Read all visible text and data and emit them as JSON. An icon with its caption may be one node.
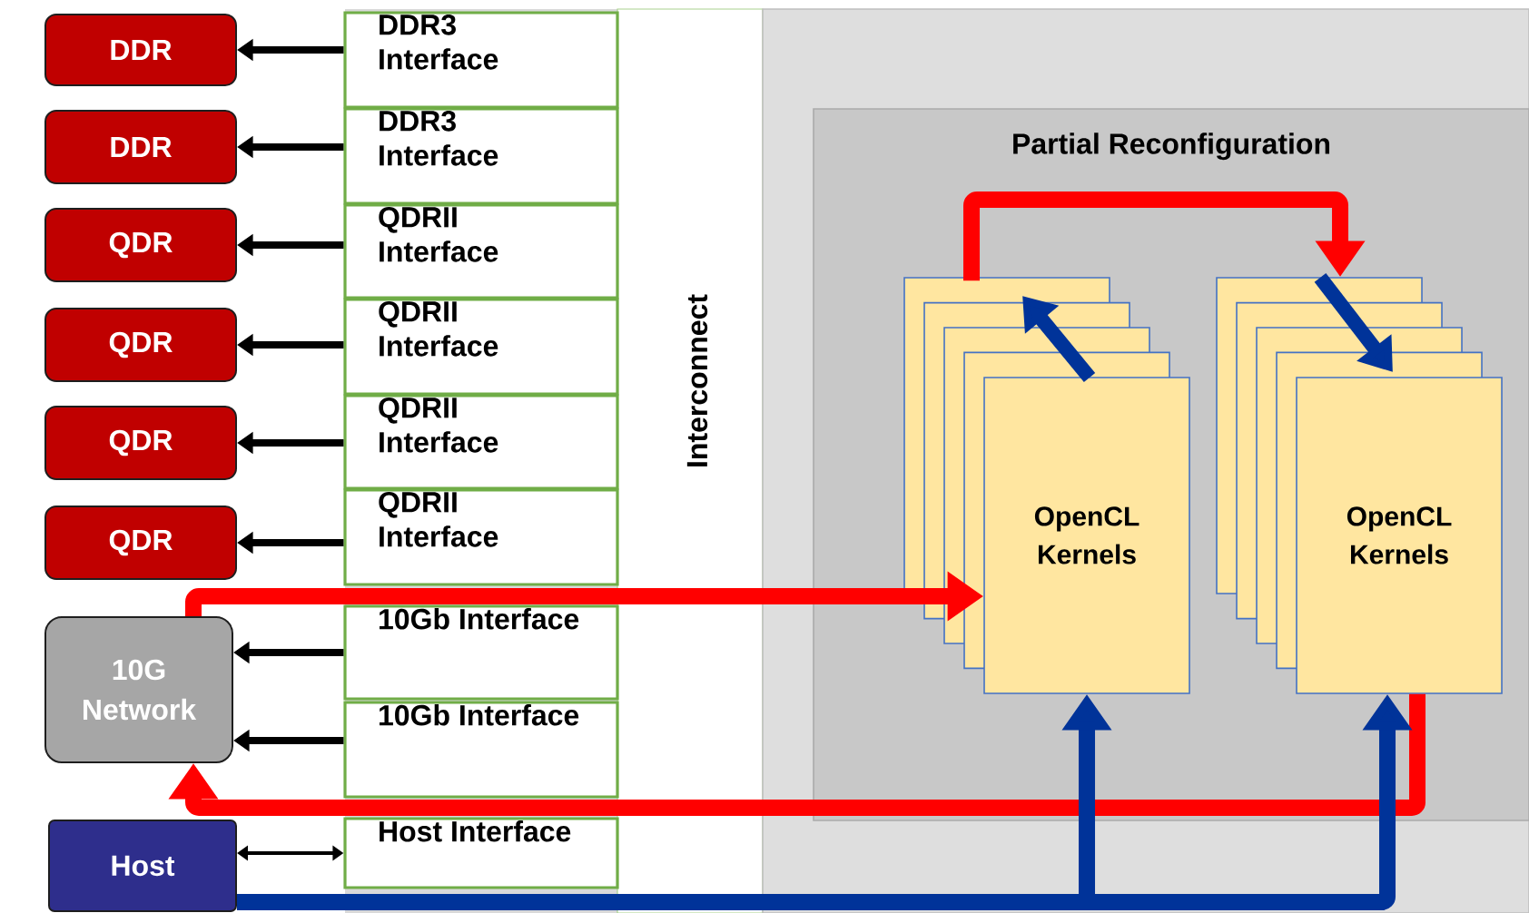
{
  "diagram": {
    "nodes": [
      {
        "text": [
          "DDR"
        ]
      },
      {
        "text": [
          "DDR"
        ]
      },
      {
        "text": [
          "QDR"
        ]
      },
      {
        "text": [
          "QDR"
        ]
      },
      {
        "text": [
          "QDR"
        ]
      },
      {
        "text": [
          "QDR"
        ]
      },
      {
        "text": [
          "10G Network"
        ]
      },
      {
        "text": [
          "Host"
        ]
      },
      {
        "text": [
          "DDR3 Interface"
        ]
      },
      {
        "text": [
          "DDR3 Interface"
        ]
      },
      {
        "text": [
          "QDRII Interface"
        ]
      },
      {
        "text": [
          "QDRII Interface"
        ]
      },
      {
        "text": [
          "QDRII Interface"
        ]
      },
      {
        "text": [
          "QDRII Interface"
        ]
      },
      {
        "text": [
          "10Gb Interface"
        ]
      },
      {
        "text": [
          "10Gb Interface"
        ]
      },
      {
        "text": [
          "Host Interface"
        ]
      },
      {
        "text": [],
        "shape": "box"
      },
      {
        "text": [
          "Partial Reconfiguration"
        ],
        "in": 17
      },
      {
        "text": [
          "OpenCL Kernels"
        ],
        "in": 18
      },
      {
        "text": [
          "OpenCL Kernels"
        ],
        "in": 18
      }
    ],
    "edges": [
      {
        "from": 8,
        "to": 0,
        "arrow": "to"
      },
      {
        "from": 9,
        "to": 1,
        "arrow": "to"
      },
      {
        "from": 10,
        "to": 2,
        "arrow": "to"
      },
      {
        "from": 11,
        "to": 3,
        "arrow": "to"
      },
      {
        "from": 12,
        "to": 4,
        "arrow": "to"
      },
      {
        "from": 13,
        "to": 5,
        "arrow": "to"
      },
      {
        "from": 14,
        "to": 6,
        "arrow": "to"
      },
      {
        "from": 15,
        "to": 6,
        "arrow": "to"
      },
      {
        "from": 16,
        "to": 7,
        "arrow": "both"
      },
      {
        "from": 6,
        "to": 19,
        "arrow": "to",
        "style": "thick",
        "color": "#ff0000"
      },
      {
        "from": 20,
        "to": 6,
        "arrow": "to",
        "style": "thick",
        "color": "#ff0000"
      },
      {
        "from": 19,
        "to": 20,
        "arrow": "to",
        "style": "thick",
        "color": "#ff0000"
      },
      {
        "from": 7,
        "to": 19,
        "arrow": "to",
        "style": "thick",
        "color": "#003399"
      },
      {
        "from": 7,
        "to": 20,
        "arrow": "to",
        "style": "thick",
        "color": "#003399"
      }
    ],
    "labels": [
      "Interconnect"
    ]
  }
}
